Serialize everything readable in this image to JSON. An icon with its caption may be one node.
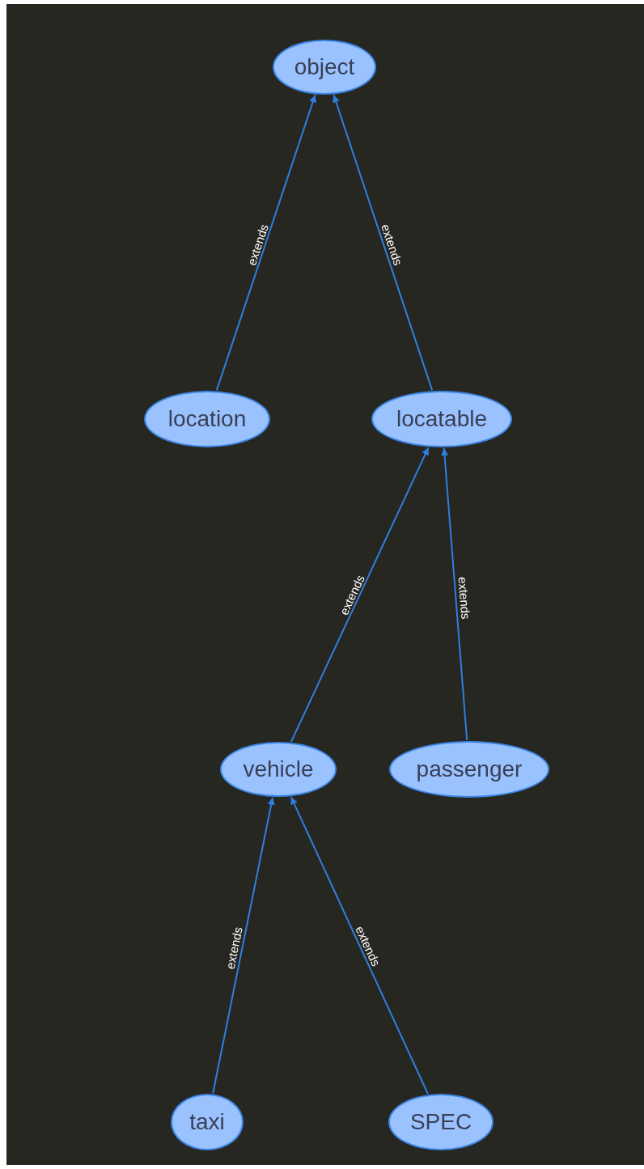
{
  "diagram": {
    "nodes": [
      {
        "text": [
          "object"
        ]
      },
      {
        "text": [
          "location"
        ]
      },
      {
        "text": [
          "locatable"
        ]
      },
      {
        "text": [
          "vehicle"
        ]
      },
      {
        "text": [
          "passenger"
        ]
      },
      {
        "text": [
          "taxi"
        ]
      },
      {
        "text": [
          "SPEC"
        ]
      }
    ],
    "edges": [
      {
        "from": 1,
        "to": 0,
        "arrow": "to",
        "label": "extends"
      },
      {
        "from": 2,
        "to": 0,
        "arrow": "to",
        "label": "extends"
      },
      {
        "from": 3,
        "to": 2,
        "arrow": "to",
        "label": "extends"
      },
      {
        "from": 4,
        "to": 2,
        "arrow": "to",
        "label": "extends"
      },
      {
        "from": 5,
        "to": 3,
        "arrow": "to",
        "label": "extends"
      },
      {
        "from": 6,
        "to": 3,
        "arrow": "to",
        "label": "extends"
      }
    ]
  }
}
